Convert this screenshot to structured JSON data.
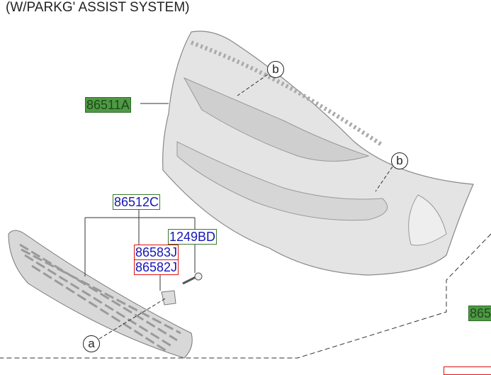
{
  "title": "(W/PARKG' ASSIST SYSTEM)",
  "labels": {
    "bumper": "86511A",
    "grille_assy": "86512C",
    "screw": "1249BD",
    "bracket_upper": "86583J",
    "bracket_lower": "86582J",
    "partial_right": "865"
  },
  "callouts": {
    "b1": "b",
    "b2": "b",
    "a": "a"
  },
  "colors": {
    "part_fill": "#4f9a45",
    "border_green": "#3a7a2a",
    "border_red": "#dd1111",
    "text_blue": "#1616b8"
  }
}
